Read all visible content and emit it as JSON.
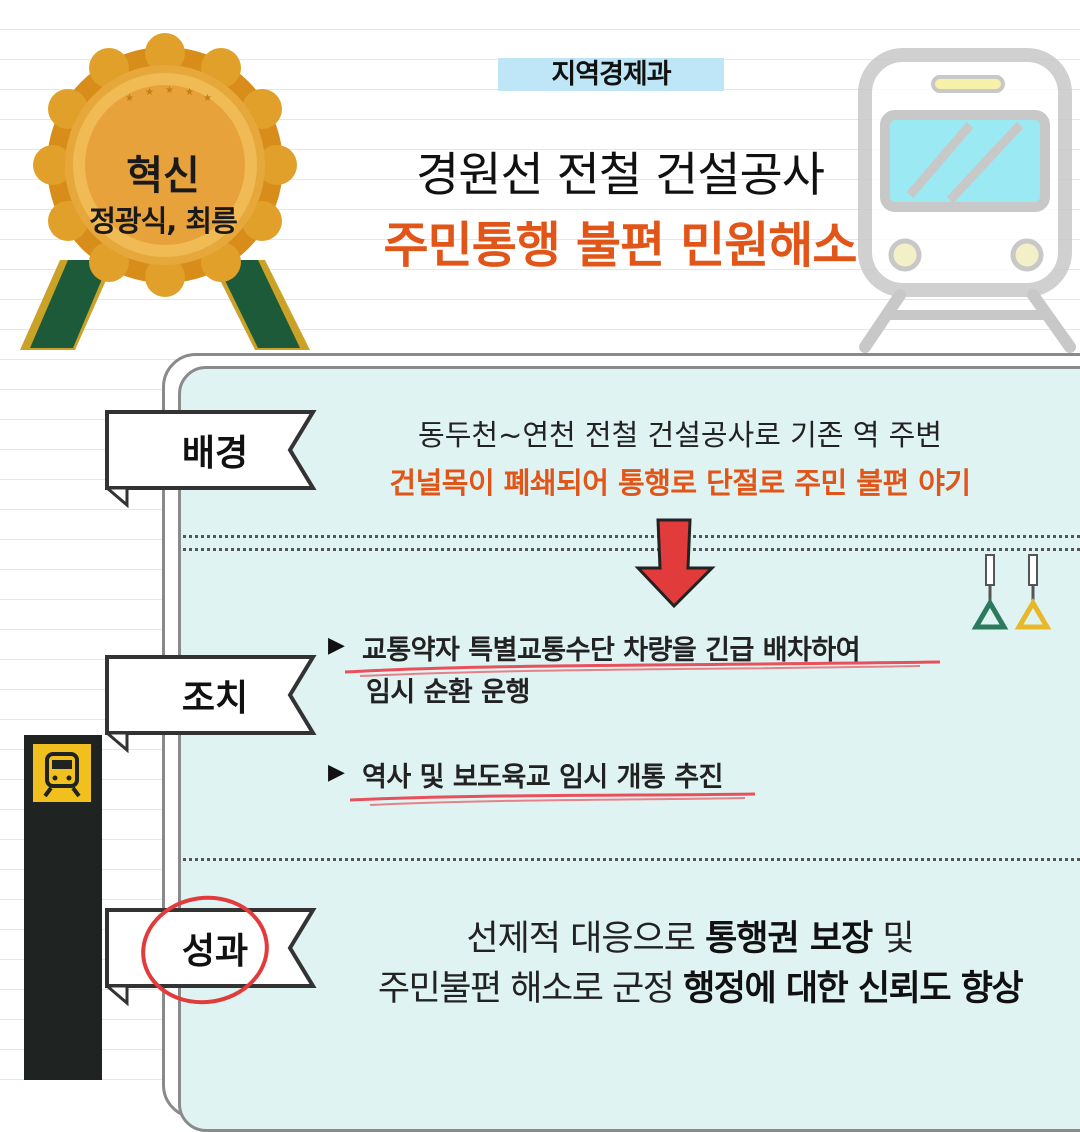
{
  "header": {
    "department": "지역경제과",
    "title_line1": "경원선 전철 건설공사",
    "title_line2": "주민통행 불편 민원해소"
  },
  "badge": {
    "title": "혁신",
    "subtitle": "정광식, 최릉"
  },
  "sections": {
    "background": {
      "label": "배경",
      "line1": "동두천~연천 전철 건설공사로 기존 역 주변",
      "line2": "건널목이 폐쇄되어 통행로 단절로 주민 불편 야기"
    },
    "action": {
      "label": "조치",
      "bullet": "▶",
      "item1_line1": "교통약자 특별교통수단 차량을 긴급 배차하여",
      "item1_line2": "임시 순환 운행",
      "item2": "역사 및 보도육교 임시 개통 추진"
    },
    "result": {
      "label": "성과",
      "line1_plain": "선제적 대응으로 ",
      "line1_bold": "통행권 보장",
      "line1_tail": " 및",
      "line2_plain": "주민불편 해소로 군정 ",
      "line2_bold": "행정에 대한 신뢰도 향상"
    }
  },
  "colors": {
    "accent_orange": "#e25518",
    "panel_bg": "#dff3f2",
    "department_bg": "#bfe6f6",
    "arrow_red": "#e23b3b",
    "medal_gold": "#e0a02a",
    "ribbon_green": "#1d5a3a"
  },
  "icons": [
    "medal-icon",
    "train-icon",
    "down-arrow-icon",
    "hand-strap-icon",
    "train-sign-icon",
    "bullet-triangle-icon"
  ]
}
